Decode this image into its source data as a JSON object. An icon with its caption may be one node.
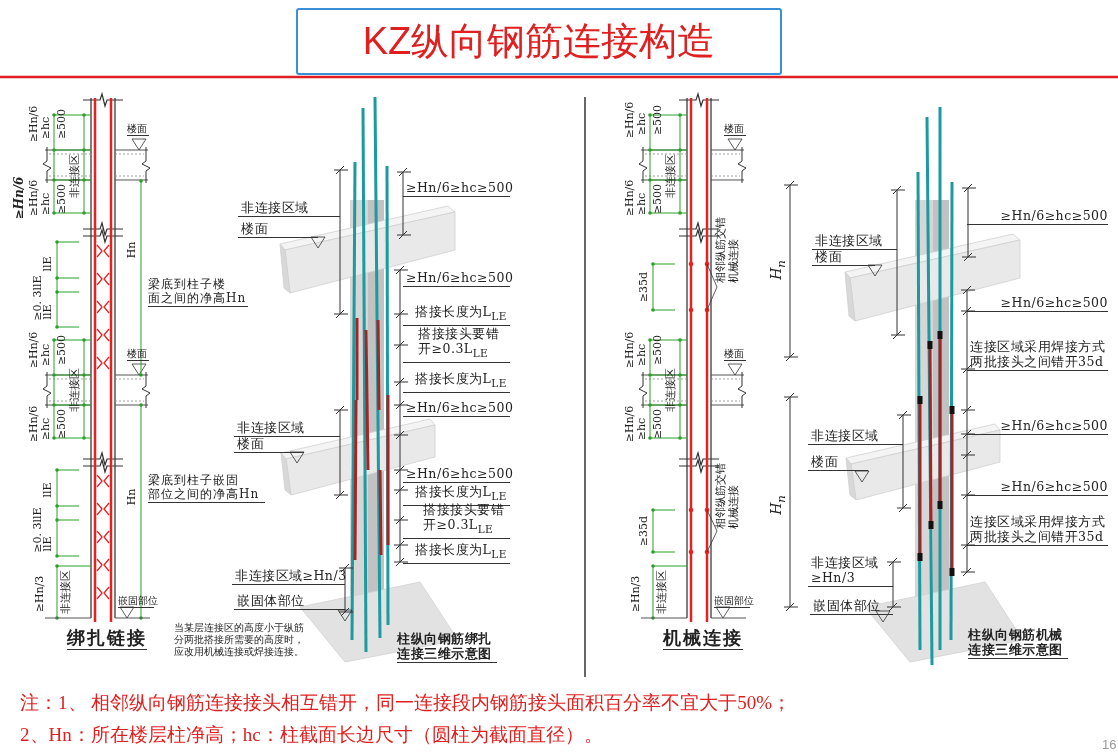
{
  "diagram": {
    "title": "KZ纵向钢筋连接构造",
    "labels": [
      "≥Hn/6",
      "≥hc",
      "≥500",
      "楼面",
      "非连接区",
      "≥Hn/6",
      "≥Hn/6",
      "≥hc",
      "≥500",
      "llE",
      "Hn",
      "≥0. 3llE",
      "llE",
      "梁底到柱子楼面之间的净高Hn",
      "≥Hn/6",
      "≥hc",
      "≥500",
      "楼面",
      "非连接区",
      "≥Hn/6",
      "≥hc",
      "≥500",
      "llE",
      "Hn",
      "梁底到柱子嵌固部位之间的净高Hn",
      "≥0. 3llE",
      "llE",
      "≥Hn/3",
      "非连接区",
      "嵌固部位",
      "绑扎链接",
      "≥Hn/6≥hc≥500",
      "非连接区域",
      "楼面",
      "≥Hn/6≥hc≥500",
      "搭接长度为L$_{LE}$",
      "搭接接头要错开≥0.3L$_{LE}$",
      "搭接长度为L$_{LE}$",
      "≥Hn/6≥hc≥500",
      "非连接区域",
      "楼面",
      "≥Hn/6≥hc≥500",
      "搭接长度为L$_{LE}$",
      "搭接接头要错开≥0.3L$_{LE}$",
      "搭接长度为L$_{LE}$",
      "非连接区域≥Hn/3",
      "嵌固体部位",
      "当某层连接区的高度小于纵筋分两批搭接所需要的高度时，应改用机械连接或焊接连接。",
      "柱纵向钢筋绑扎连接三维示意图",
      "≥Hn/6",
      "≥hc",
      "≥500",
      "楼面",
      "非连接区",
      "≥Hn/6",
      "≥hc",
      "≥500",
      "相邻纵筋交错机械连接",
      "≥35d",
      "≥Hn/6",
      "≥hc",
      "≥500",
      "楼面",
      "非连接区",
      "≥Hn/6",
      "≥hc",
      "≥500",
      "相邻纵筋交错机械连接",
      "≥35d",
      "≥Hn/3",
      "非连接区",
      "嵌固部位",
      "机械连接",
      "H$_{n}$",
      "≥Hn/6≥hc≥500",
      "非连接区域",
      "楼面",
      "≥Hn/6≥hc≥500",
      "连接区域采用焊接方式两批接头之间错开35d",
      "H$_{n}$",
      "≥Hn/6≥hc≥500",
      "非连接区域",
      "楼面",
      "≥Hn/6≥hc≥500",
      "连接区域采用焊接方式两批接头之间错开35d",
      "非连接区域 ≥Hn/3",
      "嵌固体部位",
      "柱纵向钢筋机械连接三维示意图",
      "注：1、 相邻纵向钢筋连接接头相互错开，同一连接段内钢筋接头面积百分率不宜大于50%；",
      "2、Hn：所在楼层柱净高；hc：柱截面长边尺寸（圆柱为截面直径）。",
      "16"
    ]
  }
}
